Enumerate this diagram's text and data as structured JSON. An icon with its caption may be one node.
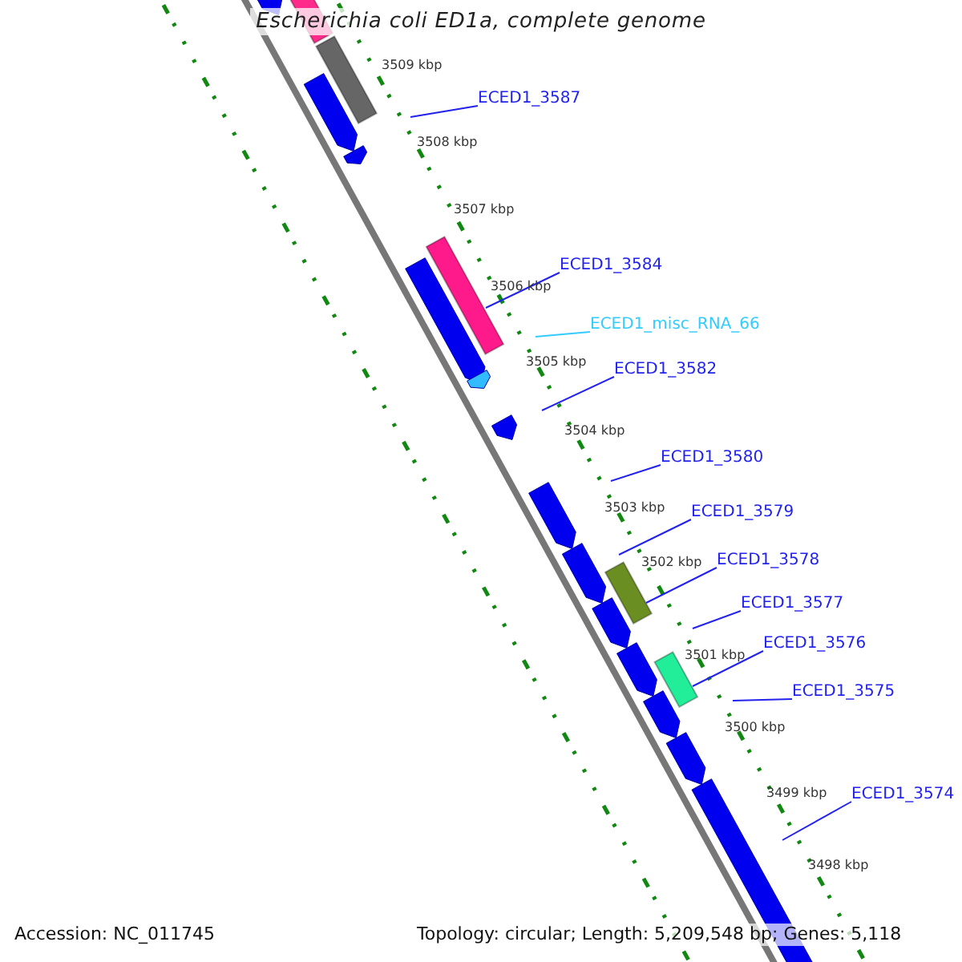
{
  "diagram": {
    "title": "Escherichia coli ED1a, complete genome",
    "nodes": [
      {
        "text": [
          "ECED1_3587"
        ]
      },
      {
        "text": [
          "ECED1_3584"
        ]
      },
      {
        "text": [
          "ECED1_misc_RNA_66"
        ]
      },
      {
        "text": [
          "ECED1_3582"
        ]
      },
      {
        "text": [
          "ECED1_3580"
        ]
      },
      {
        "text": [
          "ECED1_3579"
        ]
      },
      {
        "text": [
          "ECED1_3578"
        ]
      },
      {
        "text": [
          "ECED1_3577"
        ]
      },
      {
        "text": [
          "ECED1_3576"
        ]
      },
      {
        "text": [
          "ECED1_3575"
        ]
      },
      {
        "text": [
          "ECED1_3574"
        ]
      }
    ],
    "edges": [
      {
        "from": 0,
        "to": null,
        "arrow": "none"
      },
      {
        "from": 1,
        "to": null,
        "arrow": "none"
      },
      {
        "from": 2,
        "to": null,
        "arrow": "none",
        "color": "#33ccff"
      },
      {
        "from": 3,
        "to": null,
        "arrow": "none"
      },
      {
        "from": 4,
        "to": null,
        "arrow": "none"
      },
      {
        "from": 5,
        "to": null,
        "arrow": "none"
      },
      {
        "from": 6,
        "to": null,
        "arrow": "none"
      },
      {
        "from": 7,
        "to": null,
        "arrow": "none"
      },
      {
        "from": 8,
        "to": null,
        "arrow": "none"
      },
      {
        "from": 9,
        "to": null,
        "arrow": "none"
      },
      {
        "from": 10,
        "to": null,
        "arrow": "none"
      }
    ],
    "labels": [
      "3509 kbp",
      "3508 kbp",
      "3507 kbp",
      "3506 kbp",
      "3505 kbp",
      "3504 kbp",
      "3503 kbp",
      "3502 kbp",
      "3501 kbp",
      "3500 kbp",
      "3499 kbp",
      "3498 kbp",
      "Accession: NC_011745",
      "Topology: circular; Length: 5,209,548 bp; Genes: 5,118"
    ]
  }
}
